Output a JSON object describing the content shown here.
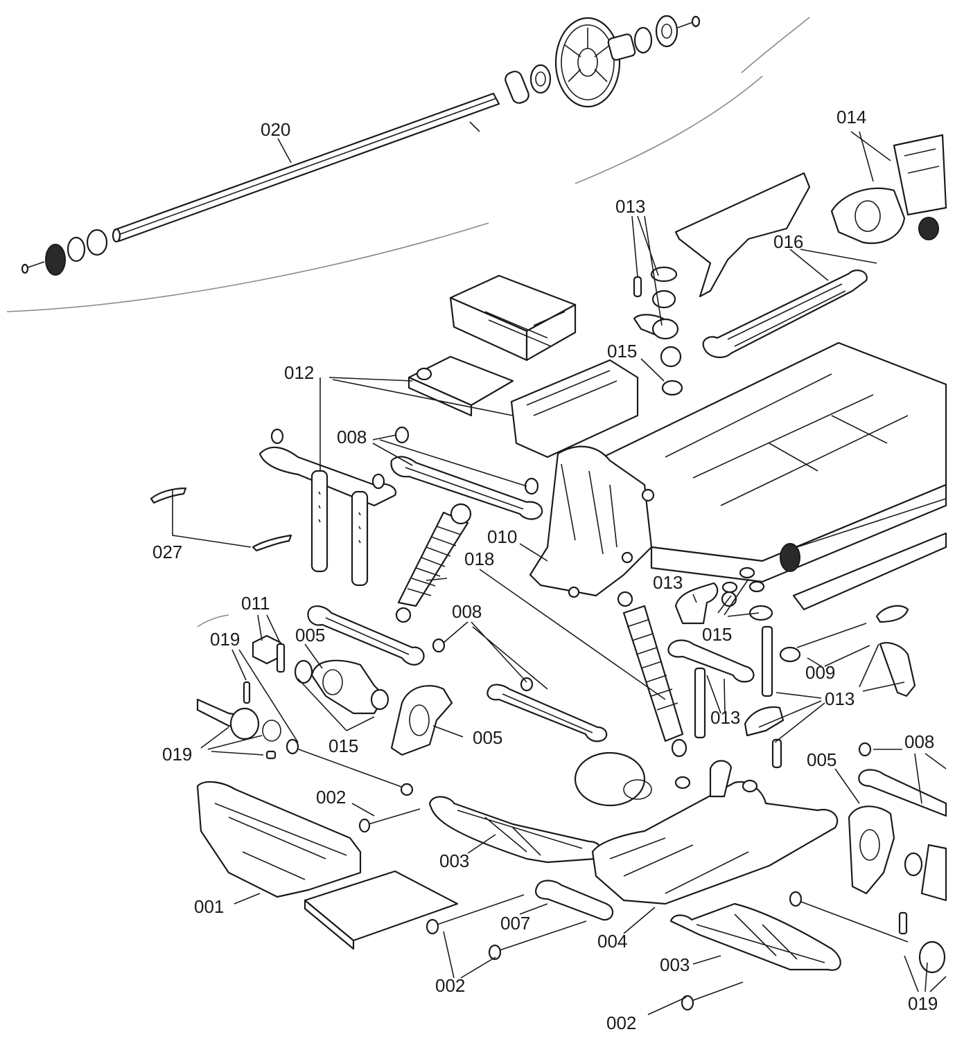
{
  "labels": {
    "l001": "001",
    "l002a": "002",
    "l002b": "002",
    "l002c": "002",
    "l003a": "003",
    "l003b": "003",
    "l004": "004",
    "l005a": "005",
    "l005b": "005",
    "l005c": "005",
    "l007": "007",
    "l008a": "008",
    "l008b": "008",
    "l008c": "008",
    "l009": "009",
    "l010": "010",
    "l011": "011",
    "l012": "012",
    "l013a": "013",
    "l013b": "013",
    "l013c": "013",
    "l013d": "013",
    "l014": "014",
    "l015a": "015",
    "l015b": "015",
    "l015c": "015",
    "l016": "016",
    "l018": "018",
    "l019a": "019",
    "l019b": "019",
    "l019c": "019",
    "l020": "020",
    "l027": "027"
  }
}
